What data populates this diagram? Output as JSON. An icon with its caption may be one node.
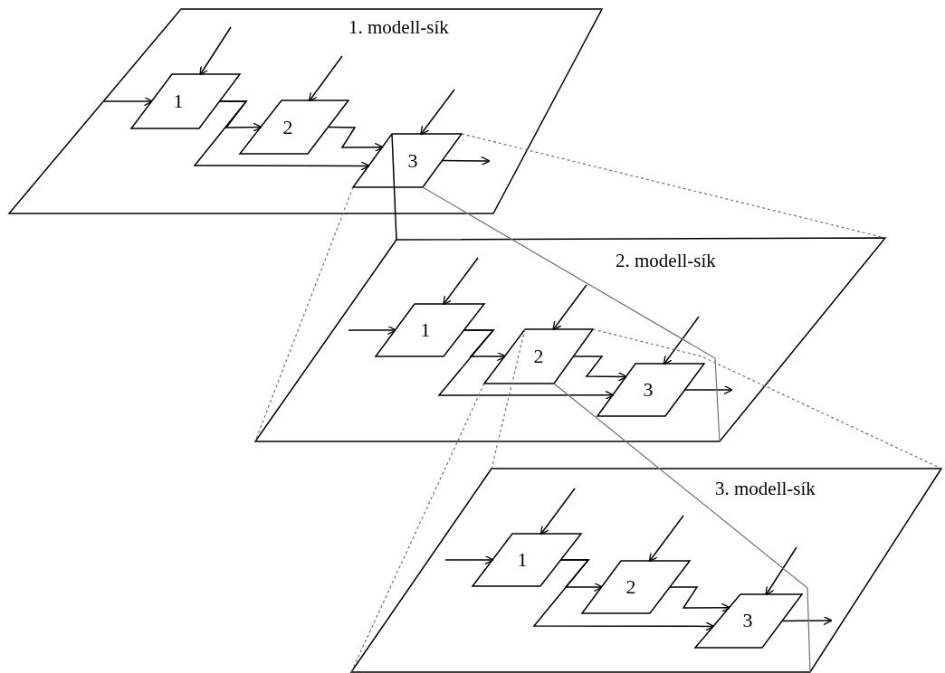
{
  "diagram": {
    "nodes": [
      {
        "text": [
          "1. modell-sík"
        ]
      },
      {
        "text": [
          "1"
        ],
        "in": 0
      },
      {
        "text": [
          "2"
        ],
        "in": 0
      },
      {
        "text": [
          "3"
        ],
        "in": 0
      },
      {
        "text": [
          "2. modell-sík"
        ]
      },
      {
        "text": [
          "1"
        ],
        "in": 4
      },
      {
        "text": [
          "2"
        ],
        "in": 4
      },
      {
        "text": [
          "3"
        ],
        "in": 4
      },
      {
        "text": [
          "3. modell-sík"
        ]
      },
      {
        "text": [
          "1"
        ],
        "in": 8
      },
      {
        "text": [
          "2"
        ],
        "in": 8
      },
      {
        "text": [
          "3"
        ],
        "in": 8
      }
    ],
    "edges": [
      {
        "from": null,
        "to": 1,
        "arrow": "to"
      },
      {
        "from": null,
        "to": 1,
        "arrow": "to"
      },
      {
        "from": null,
        "to": 2,
        "arrow": "to"
      },
      {
        "from": null,
        "to": 3,
        "arrow": "to"
      },
      {
        "from": 1,
        "to": 2,
        "arrow": "to"
      },
      {
        "from": 2,
        "to": 3,
        "arrow": "to"
      },
      {
        "from": 1,
        "to": 3,
        "arrow": "to"
      },
      {
        "from": 3,
        "to": null,
        "arrow": "to"
      },
      {
        "from": null,
        "to": 5,
        "arrow": "to"
      },
      {
        "from": null,
        "to": 5,
        "arrow": "to"
      },
      {
        "from": null,
        "to": 6,
        "arrow": "to"
      },
      {
        "from": null,
        "to": 7,
        "arrow": "to"
      },
      {
        "from": 5,
        "to": 6,
        "arrow": "to"
      },
      {
        "from": 6,
        "to": 7,
        "arrow": "to"
      },
      {
        "from": 5,
        "to": 7,
        "arrow": "to"
      },
      {
        "from": 7,
        "to": null,
        "arrow": "to"
      },
      {
        "from": null,
        "to": 9,
        "arrow": "to"
      },
      {
        "from": null,
        "to": 9,
        "arrow": "to"
      },
      {
        "from": null,
        "to": 10,
        "arrow": "to"
      },
      {
        "from": null,
        "to": 11,
        "arrow": "to"
      },
      {
        "from": 9,
        "to": 10,
        "arrow": "to"
      },
      {
        "from": 10,
        "to": 11,
        "arrow": "to"
      },
      {
        "from": 9,
        "to": 11,
        "arrow": "to"
      },
      {
        "from": 11,
        "to": null,
        "arrow": "to"
      },
      {
        "from": 3,
        "to": 4,
        "arrow": "none"
      },
      {
        "from": 3,
        "to": 4,
        "arrow": "none",
        "style": "dashed",
        "color": "#707070"
      },
      {
        "from": 3,
        "to": 4,
        "arrow": "none",
        "style": "dashed",
        "color": "#707070"
      },
      {
        "from": 3,
        "to": 4,
        "arrow": "none",
        "color": "#707070"
      },
      {
        "from": 6,
        "to": 8,
        "arrow": "none",
        "style": "dashed",
        "color": "#707070"
      },
      {
        "from": 6,
        "to": 8,
        "arrow": "none",
        "style": "dashed",
        "color": "#707070"
      },
      {
        "from": 6,
        "to": 8,
        "arrow": "none",
        "style": "dashed",
        "color": "#707070"
      },
      {
        "from": 6,
        "to": 8,
        "arrow": "none",
        "color": "#707070"
      }
    ]
  }
}
